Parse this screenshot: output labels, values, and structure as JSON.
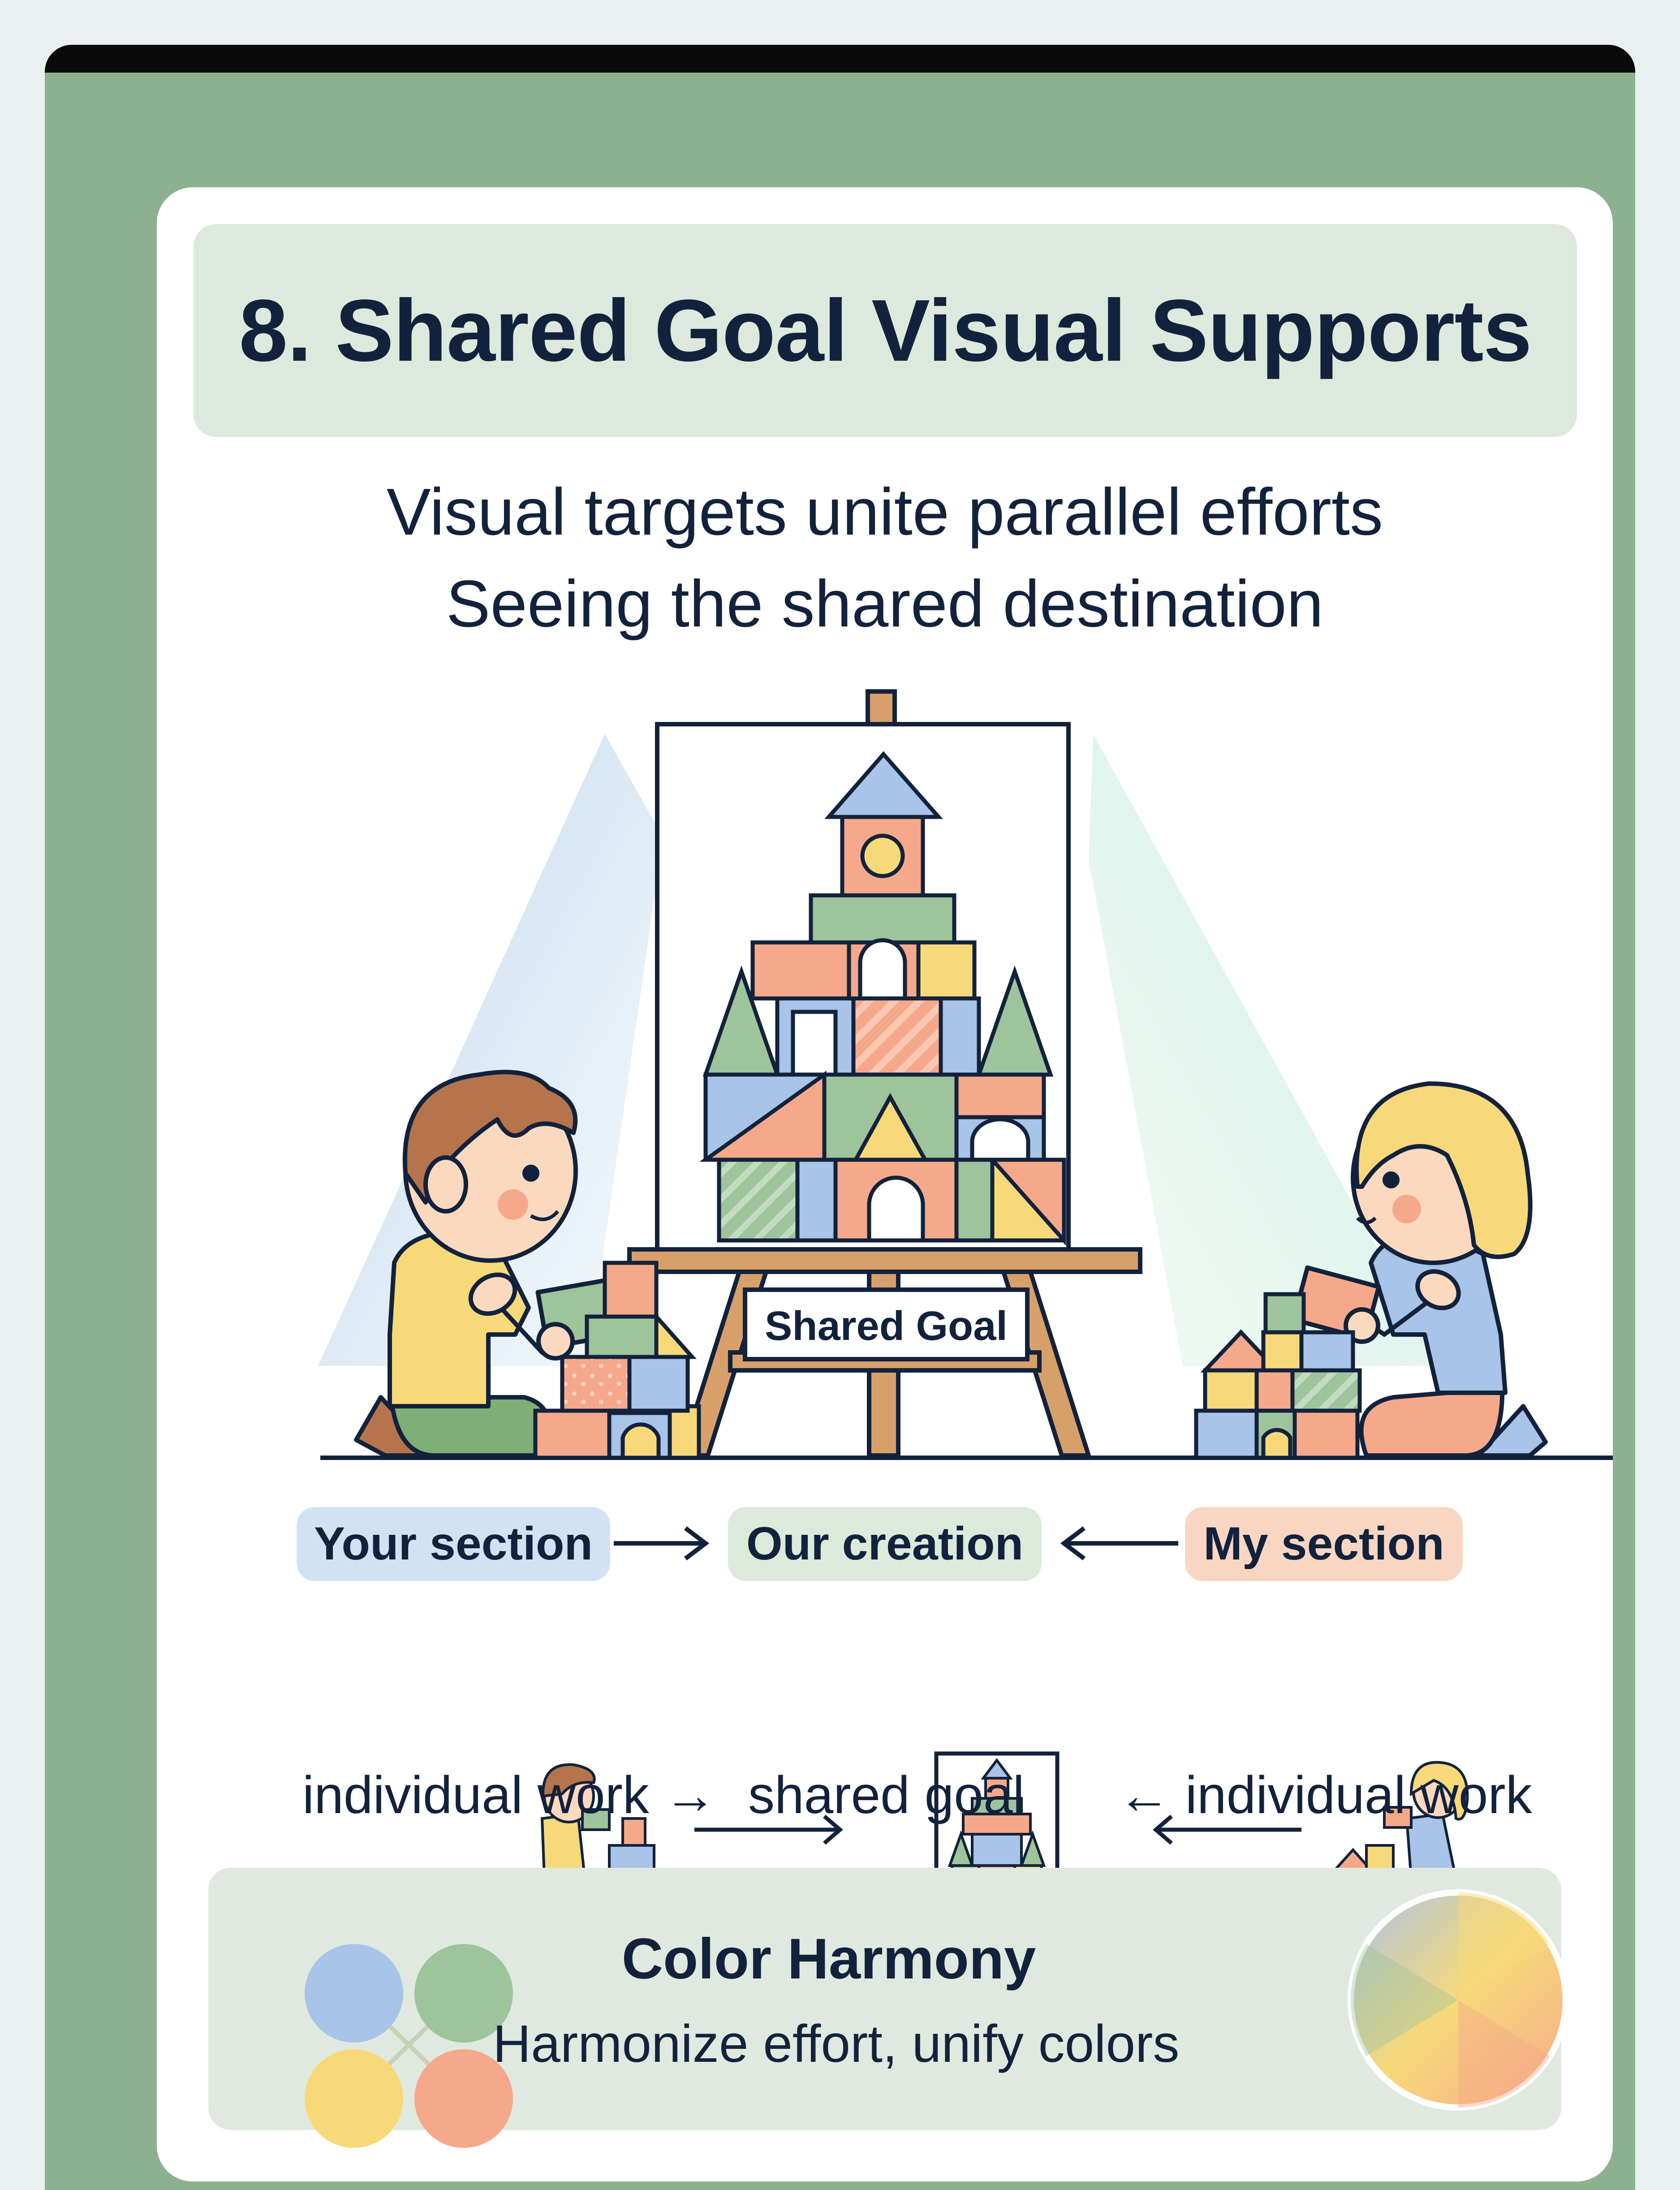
{
  "title": "8. Shared Goal Visual Supports",
  "subtitle_lines": [
    "Visual targets unite parallel efforts",
    "Seeing the shared destination"
  ],
  "easel_sign": "Shared Goal",
  "labels": {
    "your_section": "Your section",
    "our_creation": "Our creation",
    "my_section": "My section"
  },
  "flow_text": {
    "left": "individual work →",
    "middle": "shared goal",
    "right": "← individual work"
  },
  "harmony": {
    "title": "Color Harmony",
    "subtitle": "Harmonize effort, unify colors"
  },
  "colors": {
    "frame": "#8db18e",
    "blue": "#a8c4e8",
    "green": "#9ec49c",
    "yellow": "#f7d97a",
    "peach": "#f5a98a",
    "ink": "#13223c"
  },
  "icons": [
    "easel-icon",
    "block-tower-icon",
    "boy-builder-icon",
    "girl-builder-icon",
    "arrow-right-icon",
    "arrow-left-icon",
    "color-circles-icon",
    "color-wheel-icon"
  ]
}
